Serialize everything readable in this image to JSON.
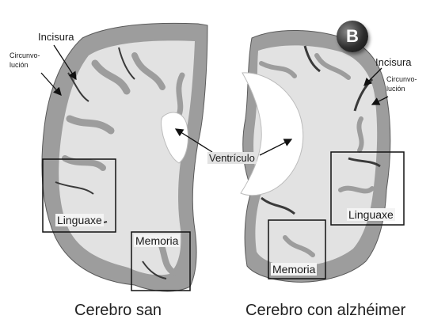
{
  "badge": "B",
  "healthy": {
    "groove_label": "Incisura",
    "fold_label_line1": "Circunvo-",
    "fold_label_line2": "lución",
    "language_box": "Linguaxe",
    "memory_box": "Memoria",
    "caption": "Cerebro san"
  },
  "alzheimer": {
    "groove_label": "Incisura",
    "fold_label_line1": "Circunvo-",
    "fold_label_line2": "lución",
    "language_box": "Linguaxe",
    "memory_box": "Memoria",
    "caption": "Cerebro con alzhéimer"
  },
  "center_label": "Ventrículo",
  "colors": {
    "cortex": "#9d9d9d",
    "white_matter": "#e2e2e2",
    "ventricle": "#ffffff",
    "outline": "#333333"
  }
}
